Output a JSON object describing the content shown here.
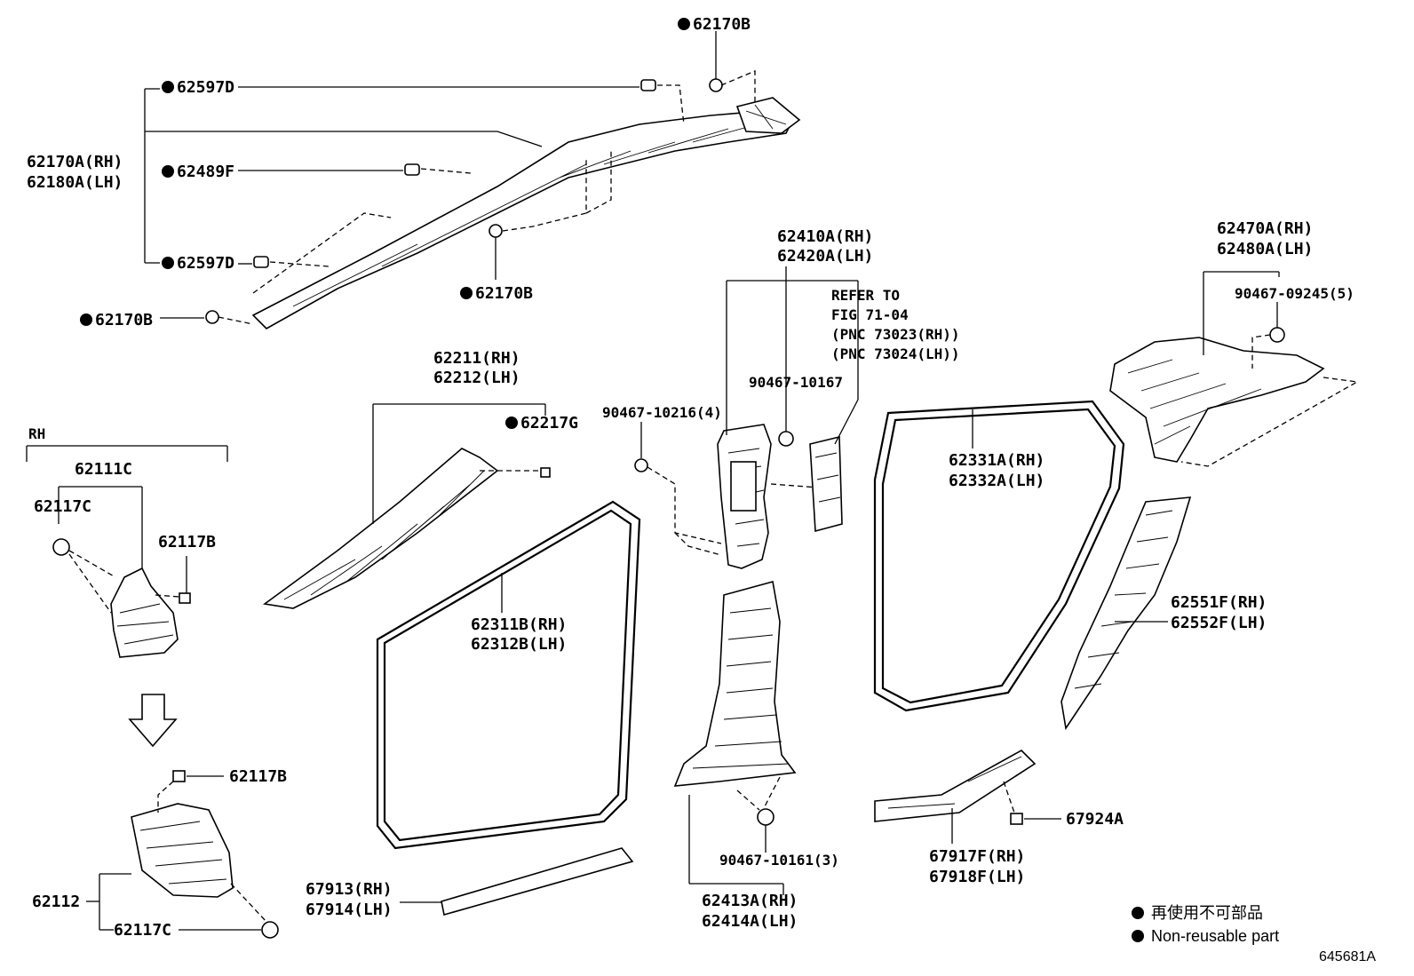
{
  "diagram": {
    "figure_id": "645681A",
    "legend": {
      "jp": "再使用不可部品",
      "en": "Non-reusable part"
    },
    "labels": {
      "l62170B_top": "62170B",
      "l62597D_1": "62597D",
      "l62170A": "62170A(RH)",
      "l62180A": "62180A(LH)",
      "l62489F": "62489F",
      "l62597D_2": "62597D",
      "l62170B_mid": "62170B",
      "l62170B_left": "62170B",
      "l62410A": "62410A(RH)",
      "l62420A": "62420A(LH)",
      "refer1": "REFER TO",
      "refer2": "FIG 71-04",
      "refer3": "(PNC 73023(RH))",
      "refer4": "(PNC 73024(LH))",
      "l62470A": "62470A(RH)",
      "l62480A": "62480A(LH)",
      "l90467_09245": "90467-09245(5)",
      "l62211": "62211(RH)",
      "l62212": "62212(LH)",
      "l62217G": "62217G",
      "l90467_10216": "90467-10216(4)",
      "l90467_10167": "90467-10167",
      "rh": "RH",
      "l62111C": "62111C",
      "l62117C_1": "62117C",
      "l62117B_1": "62117B",
      "l62331A": "62331A(RH)",
      "l62332A": "62332A(LH)",
      "l62311B": "62311B(RH)",
      "l62312B": "62312B(LH)",
      "l62551F": "62551F(RH)",
      "l62552F": "62552F(LH)",
      "l62117B_2": "62117B",
      "l67924A": "67924A",
      "l62112": "62112",
      "l62117C_2": "62117C",
      "l90467_10161": "90467-10161(3)",
      "l67917F": "67917F(RH)",
      "l67918F": "67918F(LH)",
      "l67913": "67913(RH)",
      "l67914": "67914(LH)",
      "l62413A": "62413A(RH)",
      "l62414A": "62414A(LH)"
    }
  }
}
